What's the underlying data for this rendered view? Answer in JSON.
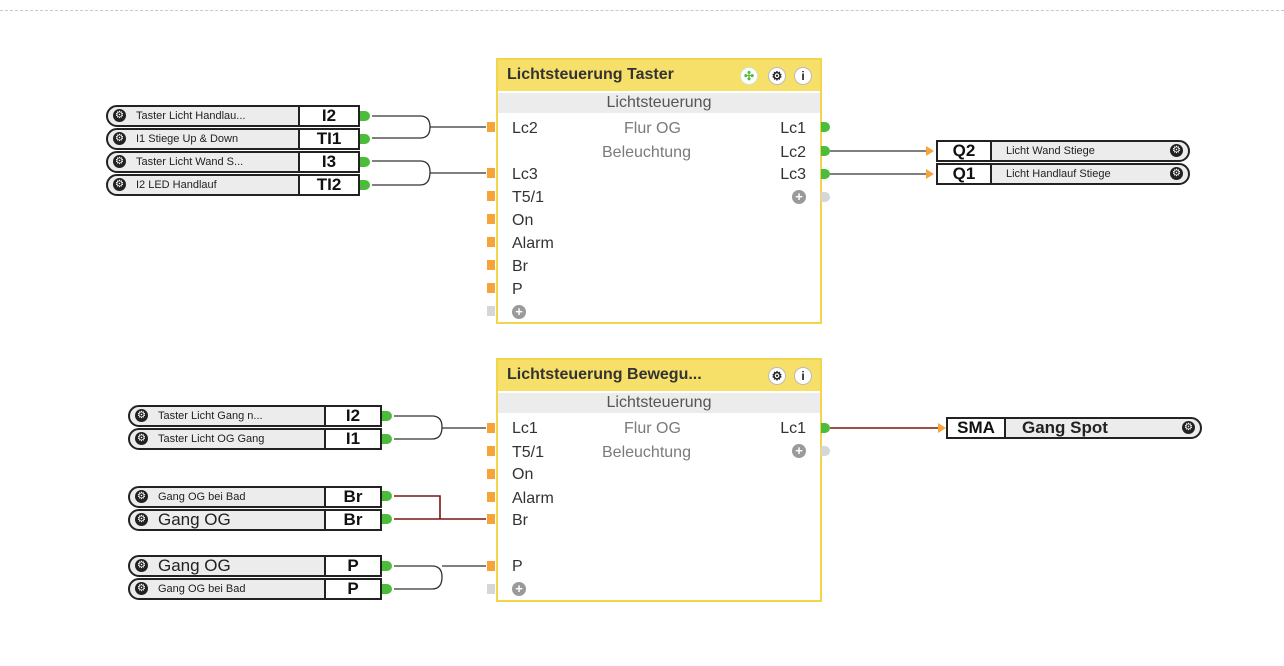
{
  "colors": {
    "block_title": "#f7e06a",
    "block_border": "#f2d54a",
    "input_pin": "#f6a43a",
    "output_pin": "#4cbd3a",
    "wire": "#333333",
    "wire_red": "#7a1515"
  },
  "blocks": {
    "taster": {
      "title": "Lichtsteuerung Taster",
      "subtitle": "Lichtsteuerung",
      "note1": "Flur OG",
      "note2": "Beleuchtung",
      "inputs": [
        "Lc2",
        "Lc3",
        "T5/1",
        "On",
        "Alarm",
        "Br",
        "P"
      ],
      "outputs": [
        "Lc1",
        "Lc2",
        "Lc3"
      ]
    },
    "bewegung": {
      "title": "Lichtsteuerung Bewegu...",
      "subtitle": "Lichtsteuerung",
      "note1": "Flur OG",
      "note2": "Beleuchtung",
      "inputs": [
        "Lc1",
        "T5/1",
        "On",
        "Alarm",
        "Br",
        "P"
      ],
      "outputs": [
        "Lc1"
      ]
    }
  },
  "refs_top_left": [
    {
      "label": "Taster Licht Handlau...",
      "code": "I2"
    },
    {
      "label": "I1 Stiege Up & Down",
      "code": "TI1"
    },
    {
      "label": "Taster Licht Wand S...",
      "code": "I3"
    },
    {
      "label": "I2 LED Handlauf",
      "code": "TI2"
    }
  ],
  "refs_top_right": [
    {
      "code": "Q2",
      "label": "Licht Wand Stiege"
    },
    {
      "code": "Q1",
      "label": "Licht Handlauf Stiege"
    }
  ],
  "refs_bottom_left": [
    {
      "label": "Taster Licht Gang n...",
      "code": "I2"
    },
    {
      "label": "Taster Licht OG Gang",
      "code": "I1"
    },
    {
      "label": "Gang OG bei Bad",
      "code": "Br"
    },
    {
      "label": "Gang OG",
      "code": "Br"
    },
    {
      "label": "Gang OG",
      "code": "P"
    },
    {
      "label": "Gang OG bei Bad",
      "code": "P"
    }
  ],
  "refs_bottom_right": [
    {
      "code": "SMA",
      "label": "Gang Spot"
    }
  ]
}
